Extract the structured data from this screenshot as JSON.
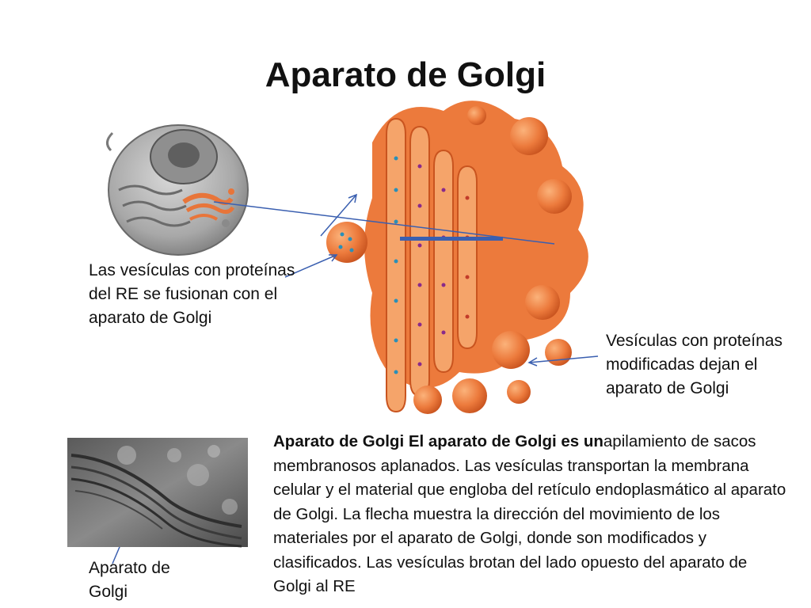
{
  "slide": {
    "title": "Aparato de Golgi",
    "label_vesicles_in": "Las vesículas  con proteínas del RE se fusionan con el aparato de Golgi",
    "label_vesicles_out": "Vesículas con proteínas modificadas dejan el aparato de Golgi",
    "label_micrograph": "Aparato de Golgi",
    "description_bold": "Aparato de Golgi El aparato de Golgi es un",
    "description_rest": "apilamiento de sacos membranosos aplanados. Las vesículas transportan la membrana celular y el material que engloba del retículo endoplasmático al aparato de Golgi. La flecha muestra la dirección del movimiento de los materiales por el aparato de Golgi, donde son modificados y clasificados. Las vesículas brotan del lado opuesto del aparato de Golgi al RE"
  },
  "colors": {
    "golgi_orange": "#e8753a",
    "golgi_light": "#f5a46a",
    "arrow_blue": "#3a5fb0",
    "cell_gray": "#9a9a9a"
  }
}
